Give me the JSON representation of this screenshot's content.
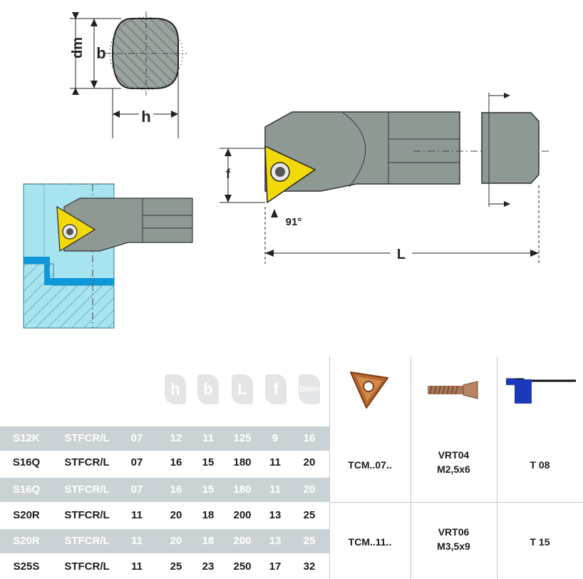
{
  "drawing": {
    "labels": {
      "dm": "dm",
      "b": "b",
      "h": "h",
      "f": "f",
      "angle": "91°",
      "L": "L"
    }
  },
  "table": {
    "header_badges": [
      "h",
      "b",
      "L",
      "f",
      "Dmin"
    ],
    "icons": [
      "insert-icon",
      "screw-icon",
      "key-icon"
    ],
    "rows": [
      {
        "code": "S12K",
        "type": "STFCR/L",
        "size": "07",
        "h": "12",
        "b": "11",
        "L": "125",
        "f": "9",
        "dmin": "16",
        "faded": true
      },
      {
        "code": "S16Q",
        "type": "STFCR/L",
        "size": "07",
        "h": "16",
        "b": "15",
        "L": "180",
        "f": "11",
        "dmin": "20",
        "faded": false
      },
      {
        "code": "S16Q",
        "type": "STFCR/L",
        "size": "07",
        "h": "16",
        "b": "15",
        "L": "180",
        "f": "11",
        "dmin": "20",
        "faded": true
      },
      {
        "code": "S20R",
        "type": "STFCR/L",
        "size": "11",
        "h": "20",
        "b": "18",
        "L": "200",
        "f": "13",
        "dmin": "25",
        "faded": false
      },
      {
        "code": "S20R",
        "type": "STFCR/L",
        "size": "11",
        "h": "20",
        "b": "18",
        "L": "200",
        "f": "13",
        "dmin": "25",
        "faded": true
      },
      {
        "code": "S25S",
        "type": "STFCR/L",
        "size": "11",
        "h": "25",
        "b": "23",
        "L": "250",
        "f": "17",
        "dmin": "32",
        "faded": false
      }
    ],
    "groups": [
      {
        "insert": "TCM..07..",
        "screw_line1": "VRT04",
        "screw_line2": "M2,5x6",
        "key": "T 08"
      },
      {
        "insert": "TCM..11..",
        "screw_line1": "VRT06",
        "screw_line2": "M3,5x9",
        "key": "T 15"
      }
    ]
  }
}
